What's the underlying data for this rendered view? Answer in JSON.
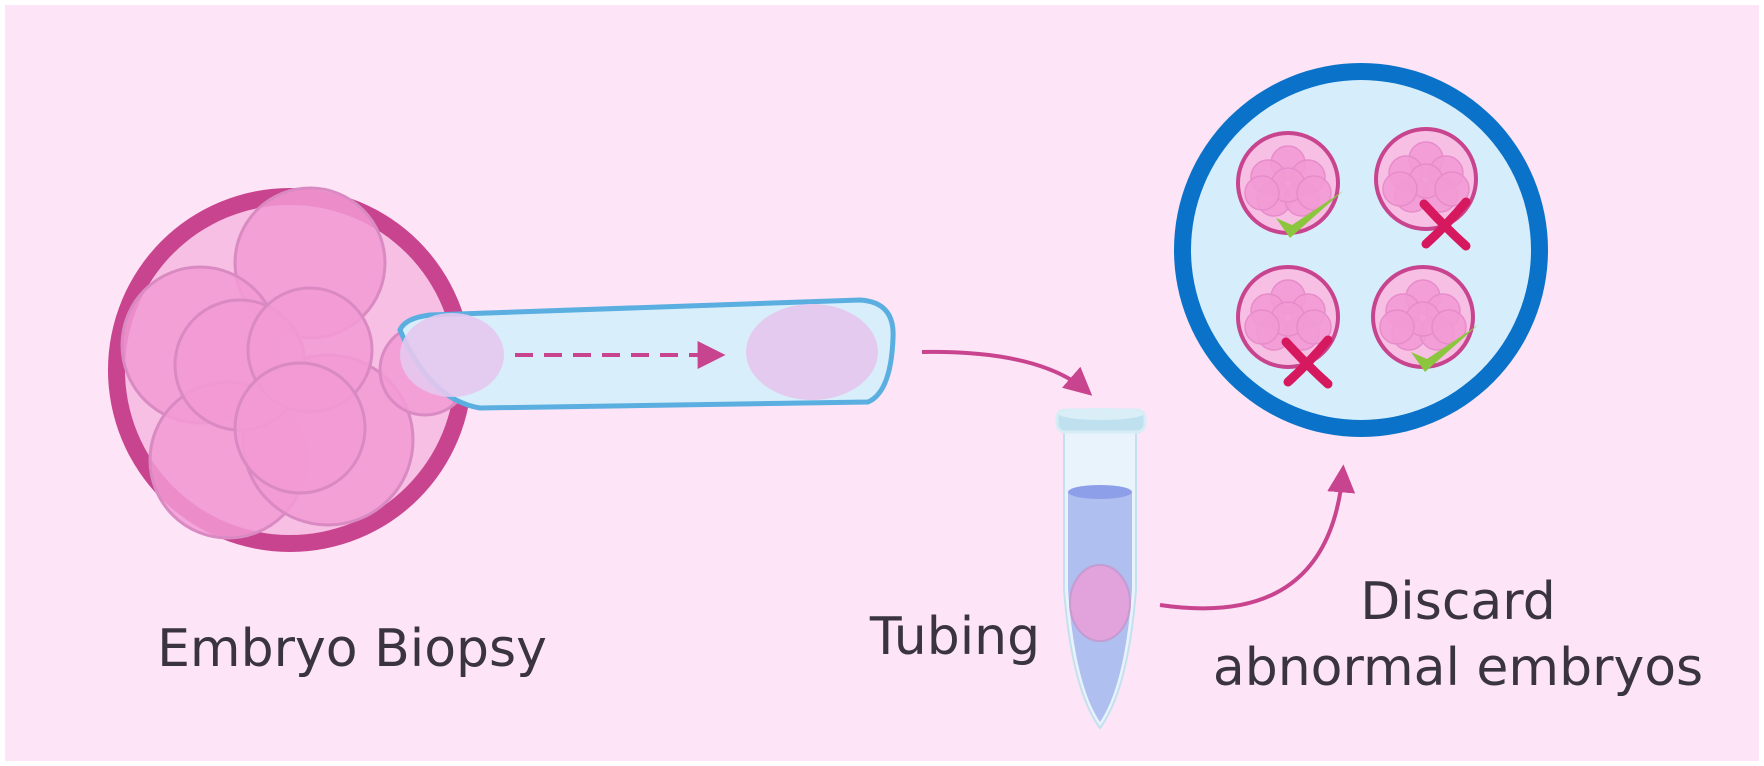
{
  "labels": {
    "biopsy": "Embryo Biopsy",
    "tubing": "Tubing",
    "discard_line1": "Discard",
    "discard_line2": "abnormal embryos"
  },
  "embryo_results": [
    {
      "position": "top-left",
      "mark": "check-icon"
    },
    {
      "position": "top-right",
      "mark": "cross-icon"
    },
    {
      "position": "bottom-left",
      "mark": "cross-icon"
    },
    {
      "position": "bottom-right",
      "mark": "check-icon"
    }
  ],
  "colors": {
    "background": "#fde4f7",
    "embryo_ring": "#c8448e",
    "cell_pink": "#f29ad4",
    "pipette_blue": "#5aaee0",
    "dish_ring": "#0a72c9",
    "dish_fill": "#d6eefb",
    "arrow": "#c8448e",
    "check": "#8cc63f",
    "cross": "#d6195f"
  }
}
